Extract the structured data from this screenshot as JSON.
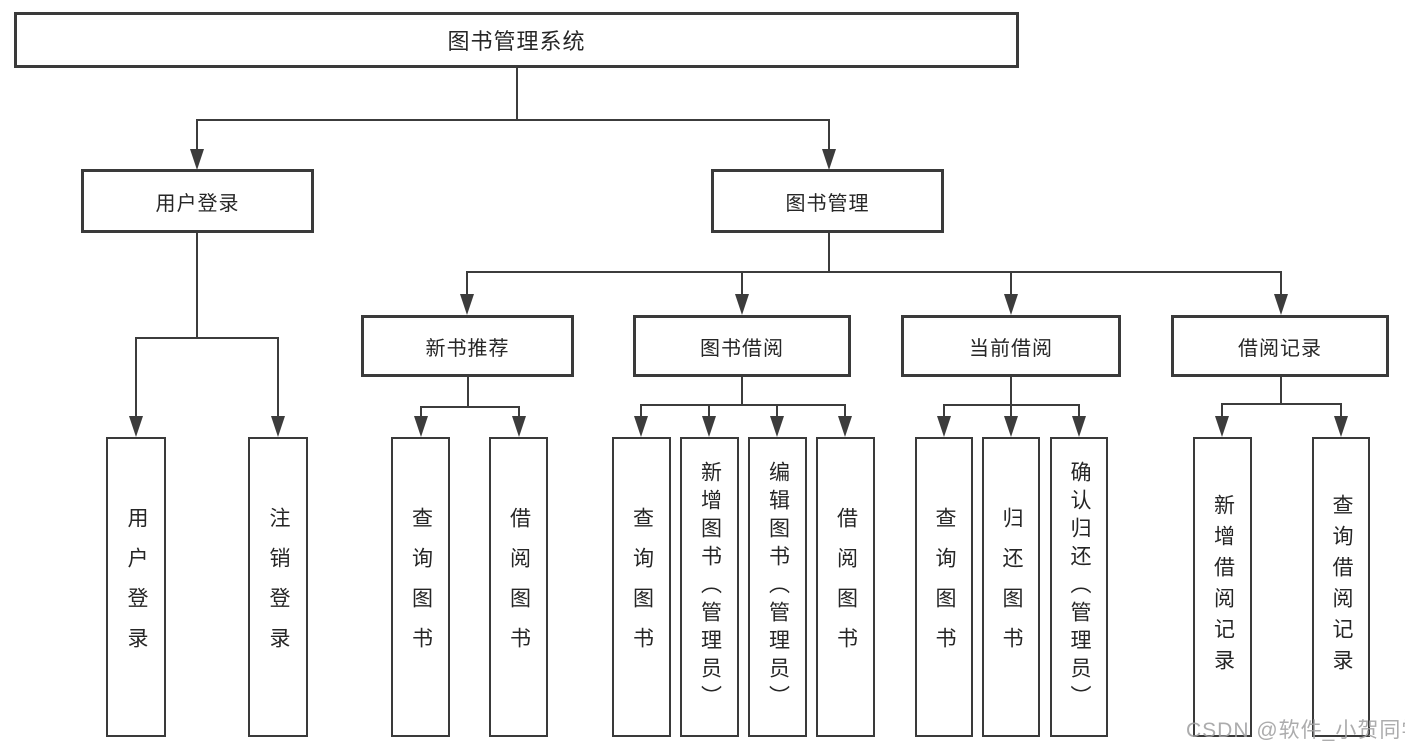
{
  "diagram": {
    "title": "图书管理系统",
    "watermark": "CSDN @软件_小贺同学",
    "colors": {
      "background": "#ffffff",
      "line": "#3c3c3c",
      "box_border": "#3a3a3a",
      "text": "#262626",
      "watermark_text": "#a0a0a2"
    },
    "nodes": {
      "root": {
        "label": "图书管理系统"
      },
      "l1_user_login": {
        "label": "用户登录"
      },
      "l1_book_mgmt": {
        "label": "图书管理"
      },
      "l2_new_book_rec": {
        "label": "新书推荐"
      },
      "l2_book_borrow": {
        "label": "图书借阅"
      },
      "l2_current_borrow": {
        "label": "当前借阅"
      },
      "l2_borrow_records": {
        "label": "借阅记录"
      },
      "leaf_user_login": {
        "label": "用户登录"
      },
      "leaf_logout": {
        "label": "注销登录"
      },
      "leaf_query_books_a": {
        "label": "查询图书"
      },
      "leaf_borrow_books_a": {
        "label": "借阅图书"
      },
      "leaf_query_books_b": {
        "label": "查询图书"
      },
      "leaf_add_books_admin": {
        "label": "新增图书（管理员）"
      },
      "leaf_edit_books_admin": {
        "label": "编辑图书（管理员）"
      },
      "leaf_borrow_books_b": {
        "label": "借阅图书"
      },
      "leaf_query_books_c": {
        "label": "查询图书"
      },
      "leaf_return_books": {
        "label": "归还图书"
      },
      "leaf_confirm_return_admin": {
        "label": "确认归还（管理员）"
      },
      "leaf_add_borrow_record": {
        "label": "新增借阅记录"
      },
      "leaf_query_borrow_record": {
        "label": "查询借阅记录"
      }
    },
    "hierarchy": {
      "图书管理系统": [
        "用户登录",
        "图书管理"
      ],
      "用户登录": [
        "用户登录",
        "注销登录"
      ],
      "图书管理": [
        "新书推荐",
        "图书借阅",
        "当前借阅",
        "借阅记录"
      ],
      "新书推荐": [
        "查询图书",
        "借阅图书"
      ],
      "图书借阅": [
        "查询图书",
        "新增图书（管理员）",
        "编辑图书（管理员）",
        "借阅图书"
      ],
      "当前借阅": [
        "查询图书",
        "归还图书",
        "确认归还（管理员）"
      ],
      "借阅记录": [
        "新增借阅记录",
        "查询借阅记录"
      ]
    }
  }
}
